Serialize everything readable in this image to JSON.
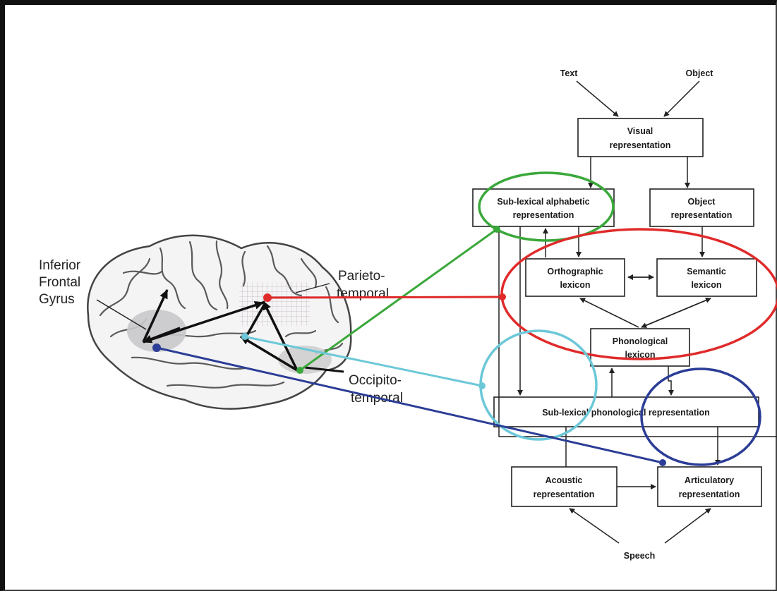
{
  "diagram": {
    "inputs": {
      "text": "Text",
      "object": "Object"
    },
    "boxes": {
      "visual": [
        "Visual",
        "representation"
      ],
      "sublexical_alpha": [
        "Sub-lexical alphabetic",
        "representation"
      ],
      "object_rep": [
        "Object",
        "representation"
      ],
      "orthographic": [
        "Orthographic",
        "lexicon"
      ],
      "semantic": [
        "Semantic",
        "lexicon"
      ],
      "phonological": [
        "Phonological",
        "lexicon"
      ],
      "sublexical_phon": "Sub-lexical phonological representation",
      "acoustic": [
        "Acoustic",
        "representation"
      ],
      "articulatory": [
        "Articulatory",
        "representation"
      ]
    },
    "output": "Speech"
  },
  "brain": {
    "labels": {
      "ifg": [
        "Inferior",
        "Frontal",
        "Gyrus"
      ],
      "parieto": [
        "Parieto-",
        "temporal"
      ],
      "occipito": [
        "Occipito-",
        "temporal"
      ]
    }
  },
  "colors": {
    "green": "#3aa83a",
    "red": "#e02a2a",
    "cyan": "#6cc8d8",
    "blue": "#2b3d96",
    "box_stroke": "#222222"
  }
}
